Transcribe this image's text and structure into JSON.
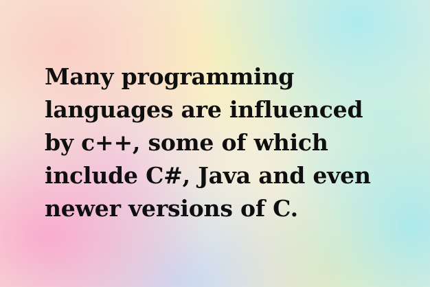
{
  "quote": {
    "lines": [
      "Many programming",
      "languages are influenced",
      "by c++, some of which",
      "include C#, Java and even",
      "newer versions of C."
    ]
  },
  "colors": {
    "text": "#0f0f0f",
    "pink": "#faa8cc",
    "peach": "#fcccc4",
    "cyan": "#aaebf0",
    "yellow": "#fcf0b4",
    "lavender": "#c4d6f5"
  }
}
